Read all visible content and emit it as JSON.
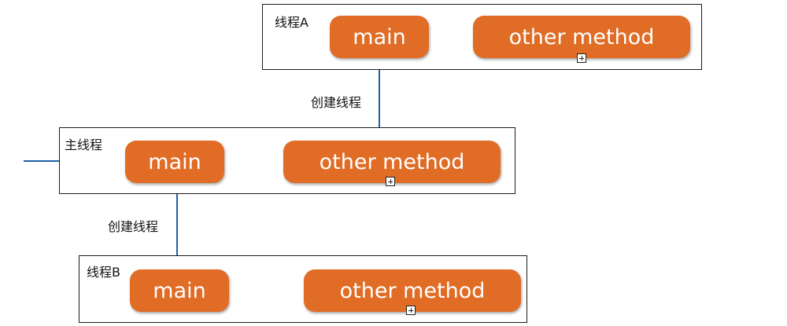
{
  "colors": {
    "node_fill": "#e06c25",
    "arrow": "#1f5fa8",
    "frame_border": "#1a1a1a"
  },
  "thread_a": {
    "label": "线程A",
    "main": "main",
    "other": "other method"
  },
  "main_thread": {
    "label": "主线程",
    "main": "main",
    "other": "other method"
  },
  "thread_b": {
    "label": "线程B",
    "main": "main",
    "other": "other method"
  },
  "edges": {
    "create_to_a": "创建线程",
    "create_to_b": "创建线程"
  },
  "icons": {
    "expand": "expand-plus-icon",
    "arrowhead": "arrowhead-icon"
  }
}
